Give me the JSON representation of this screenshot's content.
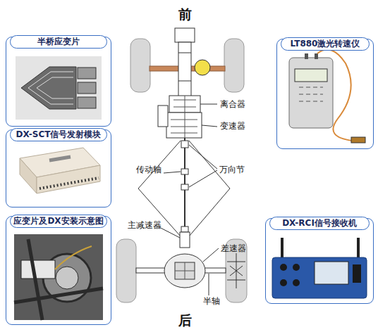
{
  "diagram": {
    "nodes": [
      {
        "text": [
          "半桥应变片"
        ]
      },
      {
        "text": [
          "LT880激光转速仪"
        ]
      },
      {
        "text": [
          "DX-SCT信号发射模块"
        ]
      },
      {
        "text": [
          "应变片及DX安装示意图"
        ]
      },
      {
        "text": [
          "DX-RCI信号接收机"
        ]
      }
    ],
    "labels": [
      "前",
      "离合器",
      "变速器",
      "传动轴",
      "万向节",
      "主减速器",
      "差速器",
      "半轴",
      "后"
    ]
  }
}
